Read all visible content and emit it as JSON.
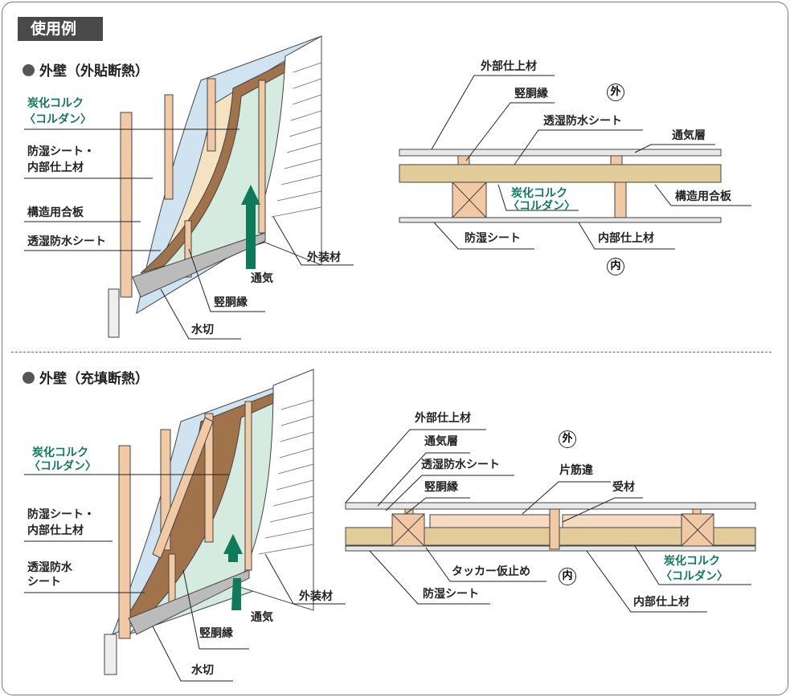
{
  "header": {
    "title": "使用例"
  },
  "top": {
    "title": "外壁（外貼断熱）",
    "perspective": {
      "cork1": "炭化コルク",
      "cork2": "〈コルダン〉",
      "vapor1": "防湿シート・",
      "vapor2": "内部仕上材",
      "plywood": "構造用合板",
      "membrane": "透湿防水シート",
      "cladding": "外装材",
      "air": "通気",
      "furring": "竪胴縁",
      "flashing": "水切"
    },
    "section": {
      "finish": "外部仕上材",
      "furring": "竪胴縁",
      "outside": "外",
      "membrane": "透湿防水シート",
      "air_layer": "通気層",
      "cork1": "炭化コルク",
      "cork2": "〈コルダン〉",
      "plywood": "構造用合板",
      "vapor": "防湿シート",
      "interior": "内部仕上材",
      "inside": "内"
    }
  },
  "bottom": {
    "title": "外壁（充填断熱）",
    "perspective": {
      "cork1": "炭化コルク",
      "cork2": "〈コルダン〉",
      "vapor1": "防湿シート・",
      "vapor2": "内部仕上材",
      "membrane1": "透湿防水",
      "membrane2": "シート",
      "cladding": "外装材",
      "air": "通気",
      "furring": "竪胴縁",
      "flashing": "水切"
    },
    "section": {
      "finish": "外部仕上材",
      "outside": "外",
      "air_layer": "通気層",
      "membrane": "透湿防水シート",
      "brace": "片筋違",
      "furring": "竪胴縁",
      "receiver": "受材",
      "cork1": "炭化コルク",
      "cork2": "〈コルダン〉",
      "tacker": "タッカー仮止め",
      "inside": "内",
      "vapor": "防湿シート",
      "interior": "内部仕上材"
    }
  },
  "colors": {
    "cork": "#e2cc9a",
    "wood": "#f1c9a5",
    "membrane": "#d5ebe0",
    "sheet": "#cfe3f0",
    "accent": "#0f7a5a"
  }
}
